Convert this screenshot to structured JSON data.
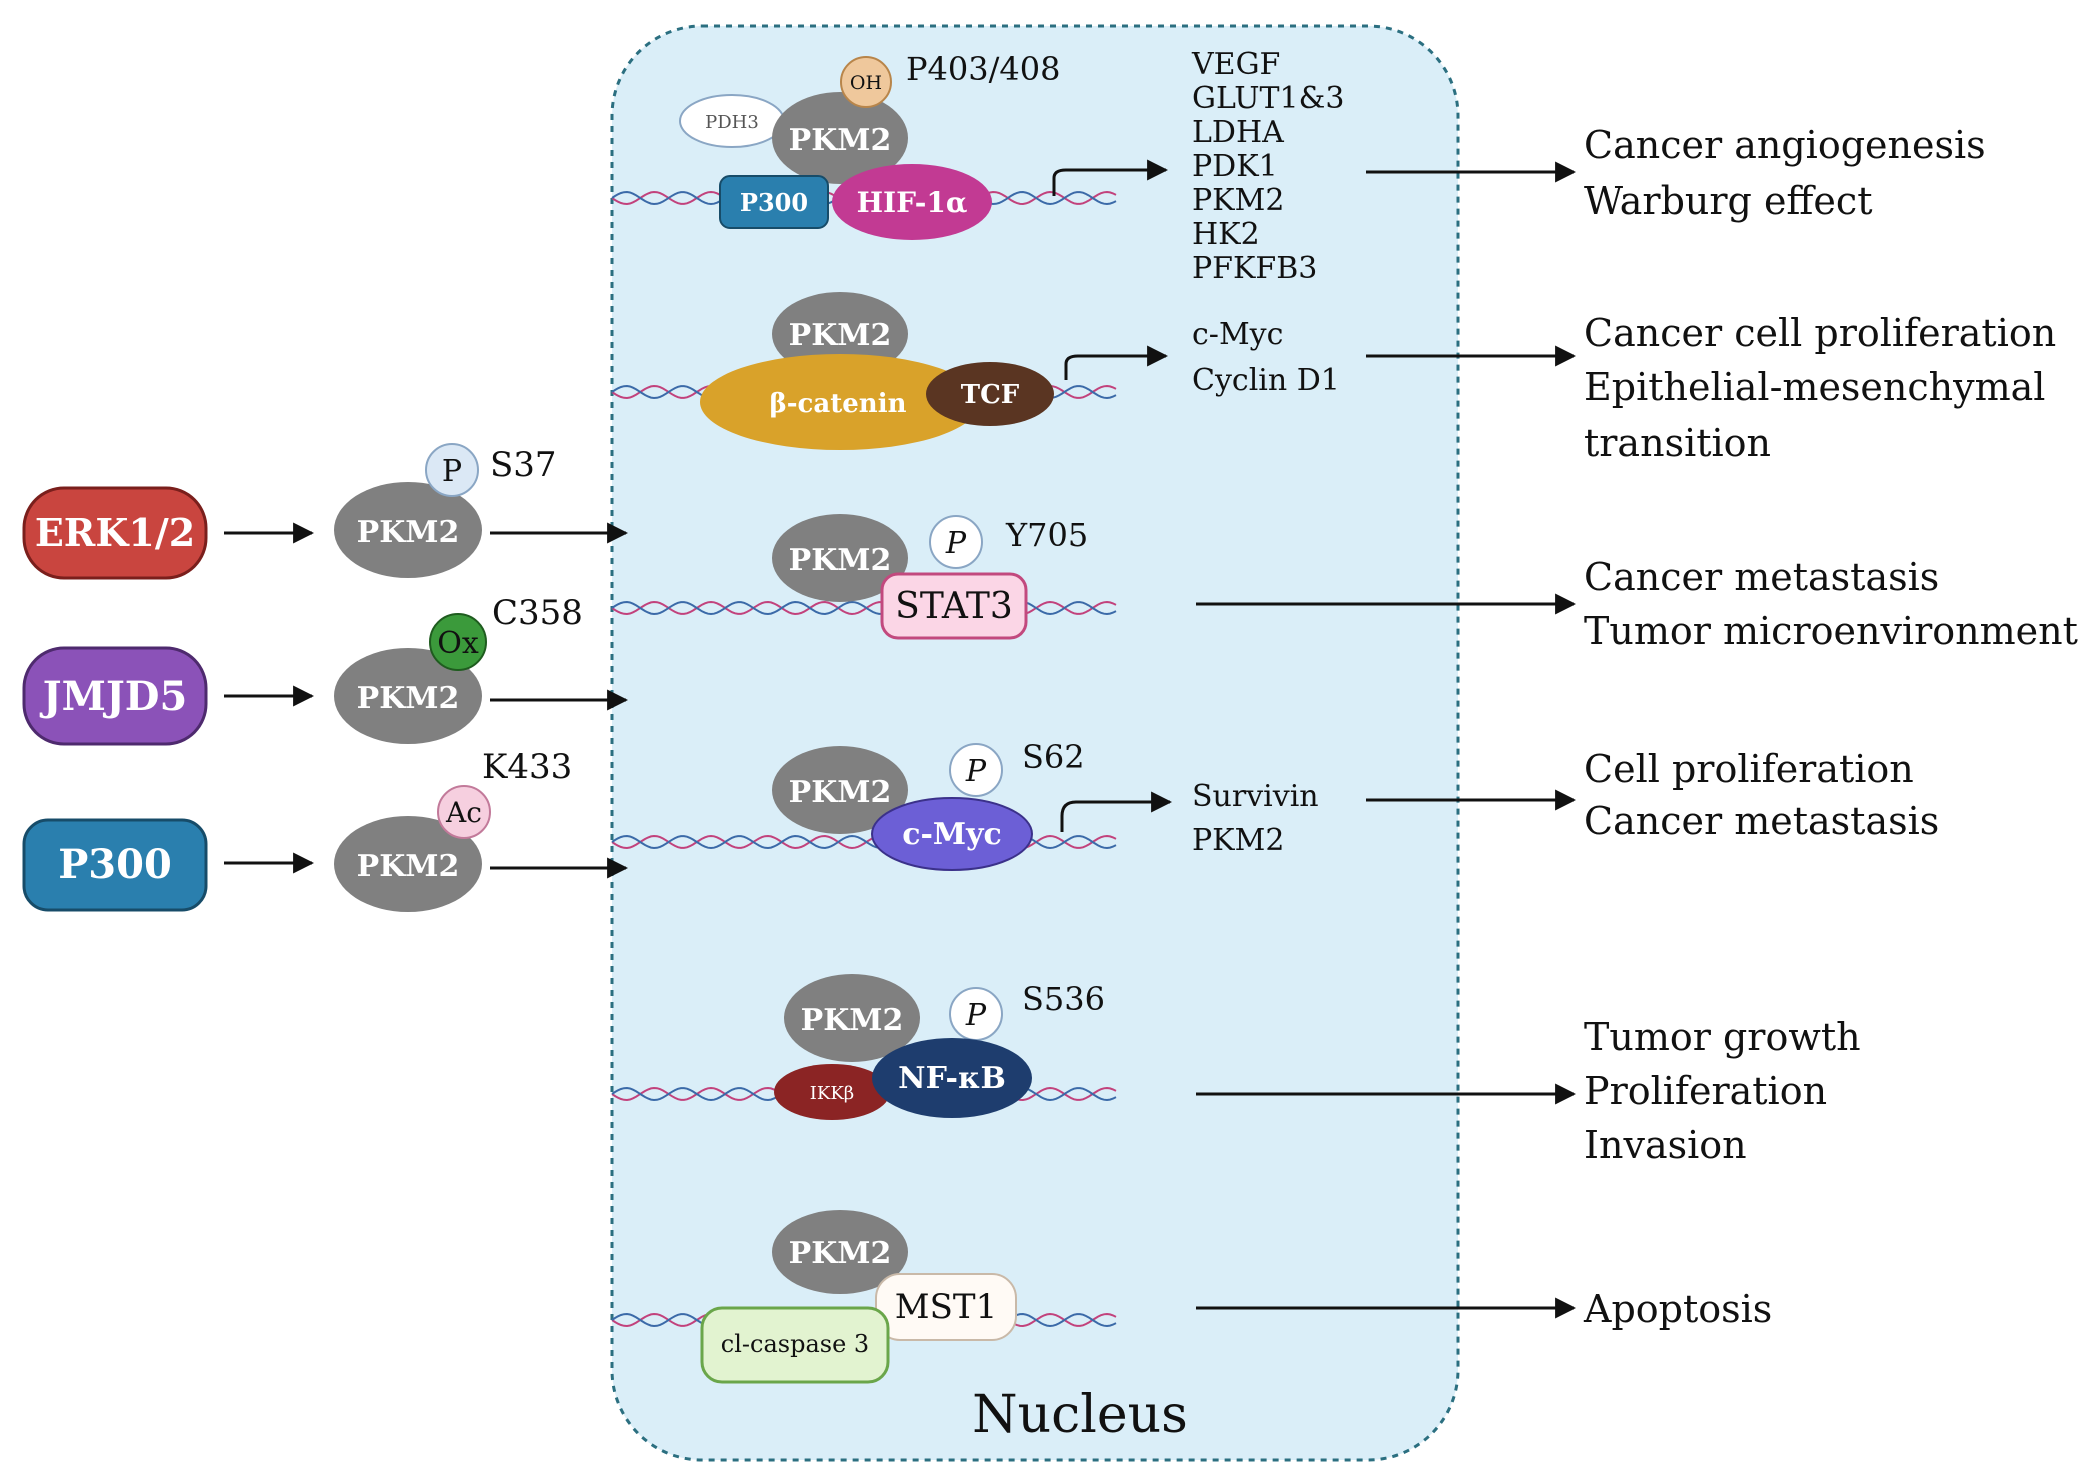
{
  "nucleus_label": "Nucleus",
  "upstream": [
    {
      "kinase": "ERK1/2",
      "color": "#c9453f",
      "protein": "PKM2",
      "mod": "P",
      "mod_color": "#dbe8f5",
      "site": "S37"
    },
    {
      "kinase": "JMJD5",
      "color": "#8b52b8",
      "protein": "PKM2",
      "mod": "Ox",
      "mod_color": "#3b9a3b",
      "site": "C358"
    },
    {
      "kinase": "P300",
      "color": "#2a7fae",
      "protein": "PKM2",
      "mod": "Ac",
      "mod_color": "#f6cfdf",
      "site": "K433"
    }
  ],
  "complexes": {
    "hif": {
      "pkm2": "PKM2",
      "oh": "OH",
      "pdh3": "PDH3",
      "p300": "P300",
      "hif": "HIF-1α",
      "site": "P403/408",
      "genes": [
        "VEGF",
        "GLUT1&3",
        "LDHA",
        "PDK1",
        "PKM2",
        "HK2",
        "PFKFB3"
      ],
      "outcomes": [
        "Cancer angiogenesis",
        "Warburg effect"
      ]
    },
    "catenin": {
      "pkm2": "PKM2",
      "catenin": "β-catenin",
      "tcf": "TCF",
      "genes": [
        "c-Myc",
        "Cyclin D1"
      ],
      "outcomes": [
        "Cancer cell proliferation",
        "Epithelial-mesenchymal",
        "transition"
      ]
    },
    "stat3": {
      "pkm2": "PKM2",
      "p": "P",
      "stat3": "STAT3",
      "site": "Y705",
      "outcomes": [
        "Cancer metastasis",
        "Tumor microenvironment"
      ]
    },
    "myc": {
      "pkm2": "PKM2",
      "p": "P",
      "myc": "c-Myc",
      "site": "S62",
      "genes": [
        "Survivin",
        "PKM2"
      ],
      "outcomes": [
        "Cell proliferation",
        "Cancer metastasis"
      ]
    },
    "nfkb": {
      "pkm2": "PKM2",
      "p": "P",
      "ikk": "IKKβ",
      "nfkb": "NF-κB",
      "site": "S536",
      "outcomes": [
        "Tumor growth",
        "Proliferation",
        "Invasion"
      ]
    },
    "mst1": {
      "pkm2": "PKM2",
      "mst1": "MST1",
      "casp": "cl-caspase 3",
      "outcomes": [
        "Apoptosis"
      ]
    }
  },
  "colors": {
    "nucleus_fill": "#daeef8",
    "nucleus_border": "#2b6f80",
    "pkm2": "#808080",
    "hif": "#c23a93",
    "p300_box": "#2a7fae",
    "catenin": "#d9a22a",
    "tcf": "#5a3522",
    "stat3_fill": "#fbd6e6",
    "stat3_border": "#c2497e",
    "myc": "#6c5fd6",
    "ikk": "#8b2424",
    "nfkb": "#1e3d6e",
    "mst1_fill": "#fffaf5",
    "casp_fill": "#e2f3d0",
    "casp_border": "#6aa64a",
    "oh": "#efc89c",
    "dna_a": "#c2427c",
    "dna_b": "#3b6aa8"
  }
}
